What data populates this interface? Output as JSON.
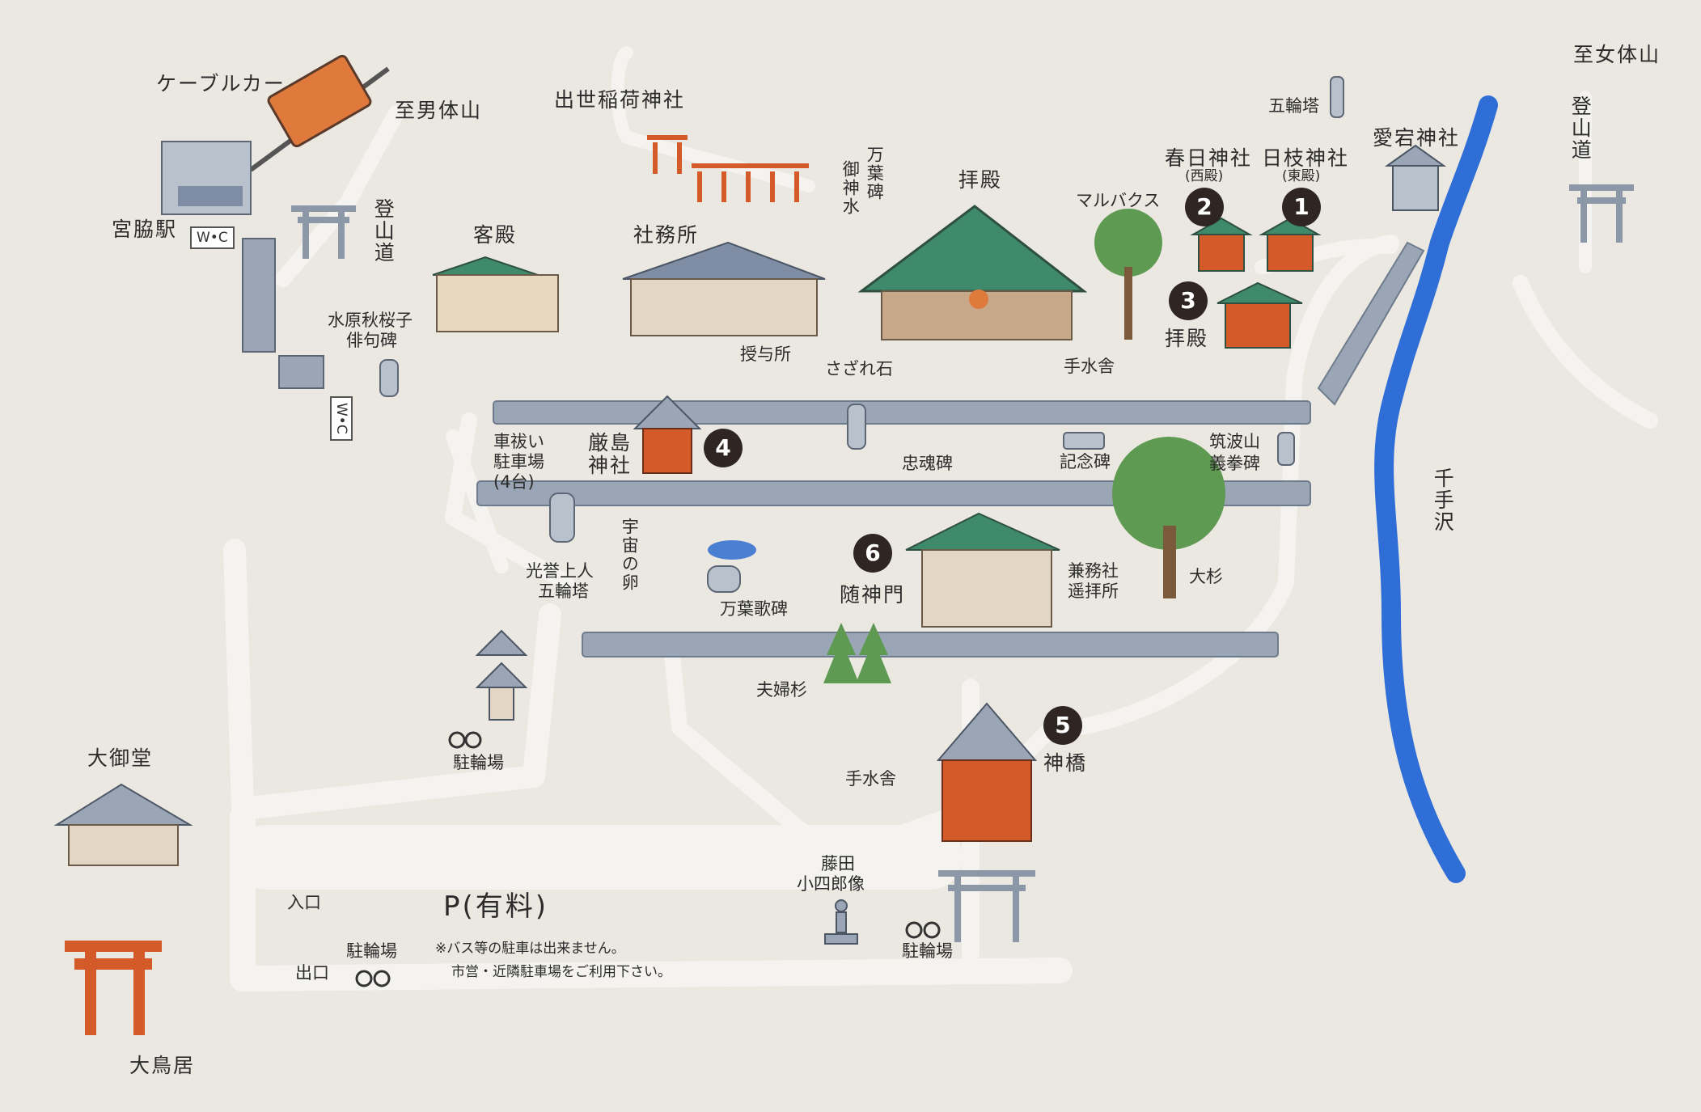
{
  "labels": {
    "cable_car": "ケーブルカー",
    "to_nantai": "至男体山",
    "miyawaki_station": "宮脇駅",
    "wc_1": "W•C",
    "wc_2": "W•C",
    "tozando_left": "登山道",
    "mizuhara_1": "水原秋桜子",
    "mizuhara_2": "俳句碑",
    "shusse_inari": "出世稲荷神社",
    "goshinsui": "御神水",
    "manyo_hi": "万葉碑",
    "kyakuden": "客殿",
    "shamusho": "社務所",
    "haiden": "拝殿",
    "marubakusu": "マルバクス",
    "juyosho": "授与所",
    "sazare_ishi": "さざれ石",
    "temizusha_top": "手水舎",
    "kasuga_1": "春日神社",
    "kasuga_2": "(西殿)",
    "hie_1": "日枝神社",
    "hie_2": "(東殿)",
    "gorinto_top": "五輪塔",
    "atago": "愛宕神社",
    "to_nyotai": "至女体山",
    "tozando_right": "登山道",
    "haiden_3": "拝殿",
    "kurumaharai_1": "車祓い",
    "kurumaharai_2": "駐車場",
    "kurumaharai_3": "(4台)",
    "itsukushima_1": "厳島",
    "itsukushima_2": "神社",
    "chukonhi": "忠魂碑",
    "kinenhi": "記念碑",
    "tsukubasan_1": "筑波山",
    "tsukubasan_2": "義拳碑",
    "senjusawa": "千手沢",
    "koyo_1": "光誉上人",
    "koyo_2": "五輪塔",
    "uchu_no_tamago": "宇宙の卵",
    "manyo_kahi": "万葉歌碑",
    "zuishinmon": "随神門",
    "kenmusha_1": "兼務社",
    "kenmusha_2": "遥拝所",
    "osugi": "大杉",
    "meoto_sugi": "夫婦杉",
    "temizusha_mid": "手水舎",
    "shinkyo": "神橋",
    "churinjo_1": "駐輪場",
    "omido": "大御堂",
    "parking": "P(有料)",
    "entrance": "入口",
    "exit": "出口",
    "churinjo_2": "駐輪場",
    "notice_1": "※バス等の駐車は出来ません。",
    "notice_2": "市営・近隣駐車場をご利用下さい。",
    "fujita_1": "藤田",
    "fujita_2": "小四郎像",
    "churinjo_3": "駐輪場",
    "otorii": "大鳥居"
  },
  "markers": [
    "1",
    "2",
    "3",
    "4",
    "5",
    "6"
  ],
  "colors": {
    "background": "#ebe8e1",
    "path": "#f3f2ef",
    "river": "#2f6ed6",
    "roof_green": "#3f8a6b",
    "roof_gray": "#7f8ea5",
    "vermilion": "#d45a2a",
    "stone_wall": "#9aa6b5",
    "marker": "#2f2623",
    "tree": "#5f9a52"
  },
  "icons": [
    "cable-car-icon",
    "torii-icon",
    "shrine-icon",
    "tree-icon",
    "bicycle-icon",
    "pagoda-icon",
    "stone-monument-icon",
    "statue-icon"
  ]
}
